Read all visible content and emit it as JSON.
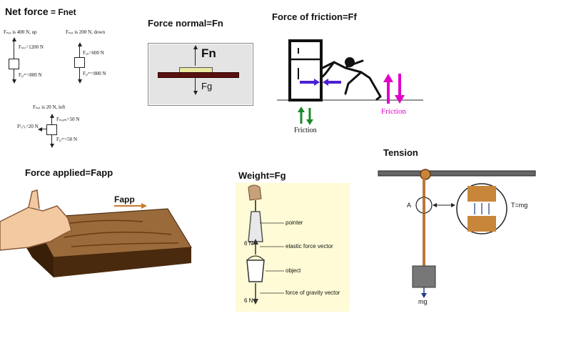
{
  "net_force": {
    "title": "Net force",
    "title_eq": "= Fnet",
    "d1": {
      "net": "Fₙₑₜ is 400 N, up",
      "top": "Fₛₜᵣ=1200 N",
      "bot": "Fᵧᵣᵃᵛ=800 N"
    },
    "d2": {
      "net": "Fₙₑₜ is 200 N, down",
      "top": "Fₐᵢᵣ=600 N",
      "bot": "Fᵧᵣᵃᵛ=800 N"
    },
    "d3": {
      "net": "Fₙₑₜ is 20 N, left",
      "top": "Fₙₒᵣₘ=50 N",
      "left": "Fᶠᵣᵢᶜₜ=20 N",
      "bot": "Fᵧᵣᵃᵛ=50 N"
    }
  },
  "normal": {
    "title": "Force normal=Fn",
    "fn": "Fn",
    "fg": "Fg"
  },
  "friction": {
    "title": "Force of friction=Ff",
    "label_left": "Friction",
    "label_right": "Friction"
  },
  "applied": {
    "title": "Force applied=Fapp",
    "label": "Fapp"
  },
  "weight": {
    "title": "Weight=Fg",
    "pointer": "pointer",
    "elastic": "elastic force vector",
    "object": "object",
    "gravity": "force of gravity vector",
    "n_top": "6 N",
    "n_bot": "6 N"
  },
  "tension": {
    "title": "Tension",
    "a": "A",
    "t": "T=mg",
    "mg": "mg"
  },
  "colors": {
    "purple": "#4b1fd1",
    "green": "#1a8a2a",
    "magenta": "#e000c8",
    "wood": "#6b3a12"
  }
}
